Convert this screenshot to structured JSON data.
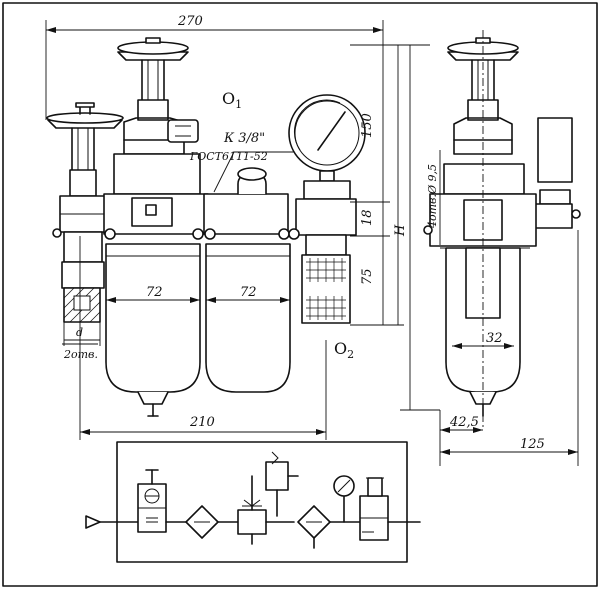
{
  "labels": {
    "dim_top_width": "270",
    "dim_bottom_width": "210",
    "dim_bowl_left": "72",
    "dim_bowl_mid": "72",
    "dim_height_150": "150",
    "dim_height_18": "18",
    "dim_height_75": "75",
    "dim_height_H": "H",
    "dim_side_holes": "4отв.Ø 9,5",
    "dim_side_bowl": "32",
    "dim_side_bottom": "42,5",
    "dim_side_width": "125",
    "port_thread": "К 3/8\"",
    "port_standard": "ГОСТ6111-52",
    "port_d": "d",
    "port_holes": "2отв.",
    "point_o1": "O",
    "point_o1_sub": "1",
    "point_o2": "O",
    "point_o2_sub": "2"
  },
  "colors": {
    "ink": "#111111",
    "paper": "#ffffff"
  }
}
